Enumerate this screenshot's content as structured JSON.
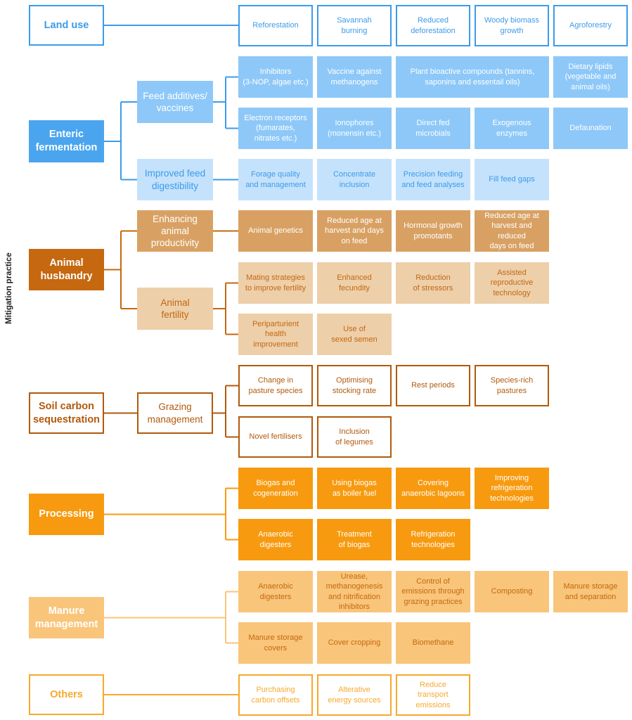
{
  "axis_label": "Mitigation practice",
  "colors": {
    "blue_dark": "#4aa5ee",
    "blue_mid": "#8ec8f8",
    "blue_light": "#c4e2fc",
    "blue_line": "#3d9be9",
    "brown_dark": "#c5680f",
    "brown_mid": "#d8a163",
    "brown_light": "#edcfaa",
    "soil_border": "#b2590c",
    "orange": "#f79a0f",
    "manure": "#f9c57a",
    "others_border": "#f7a92c",
    "white": "#ffffff"
  },
  "categories": [
    {
      "id": "land",
      "label": "Land use",
      "subgroups": [
        {
          "label": "",
          "practices": [
            "Reforestation",
            "Savannah\nburning",
            "Reduced\ndeforestation",
            "Woody biomass\ngrowth",
            "Agroforestry"
          ]
        }
      ]
    },
    {
      "id": "enteric",
      "label": "Enteric\nfermentation",
      "subgroups": [
        {
          "label": "Feed additives/\nvaccines",
          "practices": [
            "Inhibitors\n(3-NOP, algae etc.)",
            "Vaccine against\nmethanogens",
            "Plant bioactive compounds (tannins,\nsaponins and essentail oils)",
            "Dietary lipids\n(vegetable and\nanimal oils)",
            "Electron receptors\n(fumarates,\nnitrates etc.)",
            "Ionophores\n(monensin etc.)",
            "Direct fed\nmicrobials",
            "Exogenous\nenzymes",
            "Defaunation"
          ]
        },
        {
          "label": "Improved feed\ndigestibility",
          "practices": [
            "Forage quality\nand management",
            "Concentrate\ninclusion",
            "Precision feeding\nand feed analyses",
            "Fill feed gaps"
          ]
        }
      ]
    },
    {
      "id": "animal",
      "label": "Animal\nhusbandry",
      "subgroups": [
        {
          "label": "Enhancing\nanimal\nproductivity",
          "practices": [
            "Animal genetics",
            "Reduced age at\nharvest and days\non feed",
            "Hormonal growth\npromotants",
            "Reduced age at\nharvest and reduced\ndays on feed"
          ]
        },
        {
          "label": "Animal\nfertility",
          "practices": [
            "Mating strategies\nto improve fertility",
            "Enhanced\nfecundity",
            "Reduction\nof stressors",
            "Assisted\nreproductive\ntechnology",
            "Periparturient\nhealth\nimprovement",
            "Use of\nsexed semen"
          ]
        }
      ]
    },
    {
      "id": "soil",
      "label": "Soil carbon\nsequestration",
      "subgroups": [
        {
          "label": "Grazing\nmanagement",
          "practices": [
            "Change in\npasture species",
            "Optimising\nstocking rate",
            "Rest periods",
            "Species-rich\npastures",
            "Novel fertilisers",
            "Inclusion\nof legumes"
          ]
        }
      ]
    },
    {
      "id": "processing",
      "label": "Processing",
      "subgroups": [
        {
          "label": "",
          "practices": [
            "Biogas and\ncogeneration",
            "Using biogas\nas boiler fuel",
            "Covering\nanaerobic lagoons",
            "Improving\nrefrigeration\ntechnologies",
            "Anaerobic\ndigesters",
            "Treatment\nof biogas",
            "Refrigeration\ntechnologies"
          ]
        }
      ]
    },
    {
      "id": "manure",
      "label": "Manure\nmanagement",
      "subgroups": [
        {
          "label": "",
          "practices": [
            "Anaerobic\ndigesters",
            "Urease,\nmethanogenesis\nand nitrification\ninhibitors",
            "Control of\nemissions through\ngrazing practices",
            "Composting",
            "Manure storage\nand separation",
            "Manure storage\ncovers",
            "Cover cropping",
            "Biomethane"
          ]
        }
      ]
    },
    {
      "id": "others",
      "label": "Others",
      "subgroups": [
        {
          "label": "",
          "practices": [
            "Purchasing\ncarbon offsets",
            "Alterative\nenergy sources",
            "Reduce\ntransport\nemissions"
          ]
        }
      ]
    }
  ]
}
